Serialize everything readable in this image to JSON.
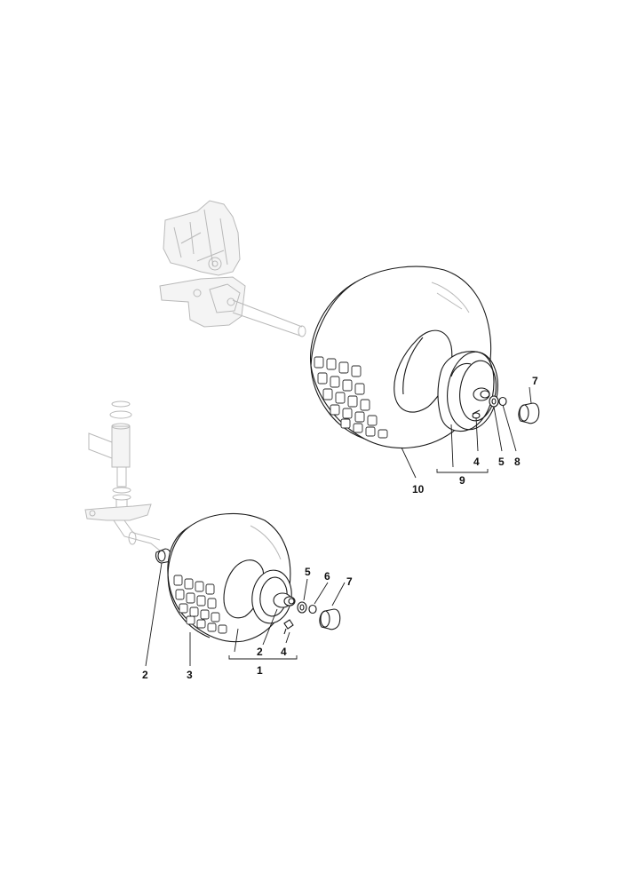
{
  "diagram": {
    "callouts": [
      {
        "id": "c1",
        "text": "1"
      },
      {
        "id": "c2a",
        "text": "2"
      },
      {
        "id": "c2b",
        "text": "2"
      },
      {
        "id": "c3",
        "text": "3"
      },
      {
        "id": "c4a",
        "text": "4"
      },
      {
        "id": "c4b",
        "text": "4"
      },
      {
        "id": "c5a",
        "text": "5"
      },
      {
        "id": "c5b",
        "text": "5"
      },
      {
        "id": "c6",
        "text": "6"
      },
      {
        "id": "c7a",
        "text": "7"
      },
      {
        "id": "c7b",
        "text": "7"
      },
      {
        "id": "c8",
        "text": "8"
      },
      {
        "id": "c9",
        "text": "9"
      },
      {
        "id": "c10",
        "text": "10"
      }
    ]
  }
}
